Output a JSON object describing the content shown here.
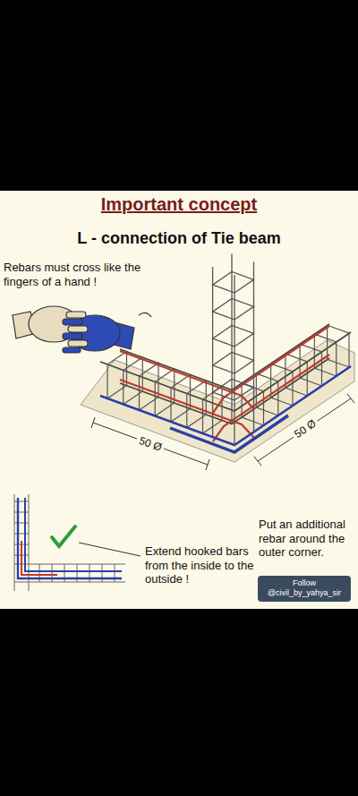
{
  "diagram": {
    "title": "Important concept",
    "nodes": [
      {
        "text": [
          "Follow",
          "@civil_by_yahya_sir"
        ]
      }
    ],
    "labels": [
      "L - connection of Tie beam",
      "Rebars must cross like the fingers of a hand !",
      "50 Ø",
      "50 Ø",
      "Put an additional rebar around the outer corner.",
      "Extend hooked bars from the inside to the outside !"
    ]
  }
}
